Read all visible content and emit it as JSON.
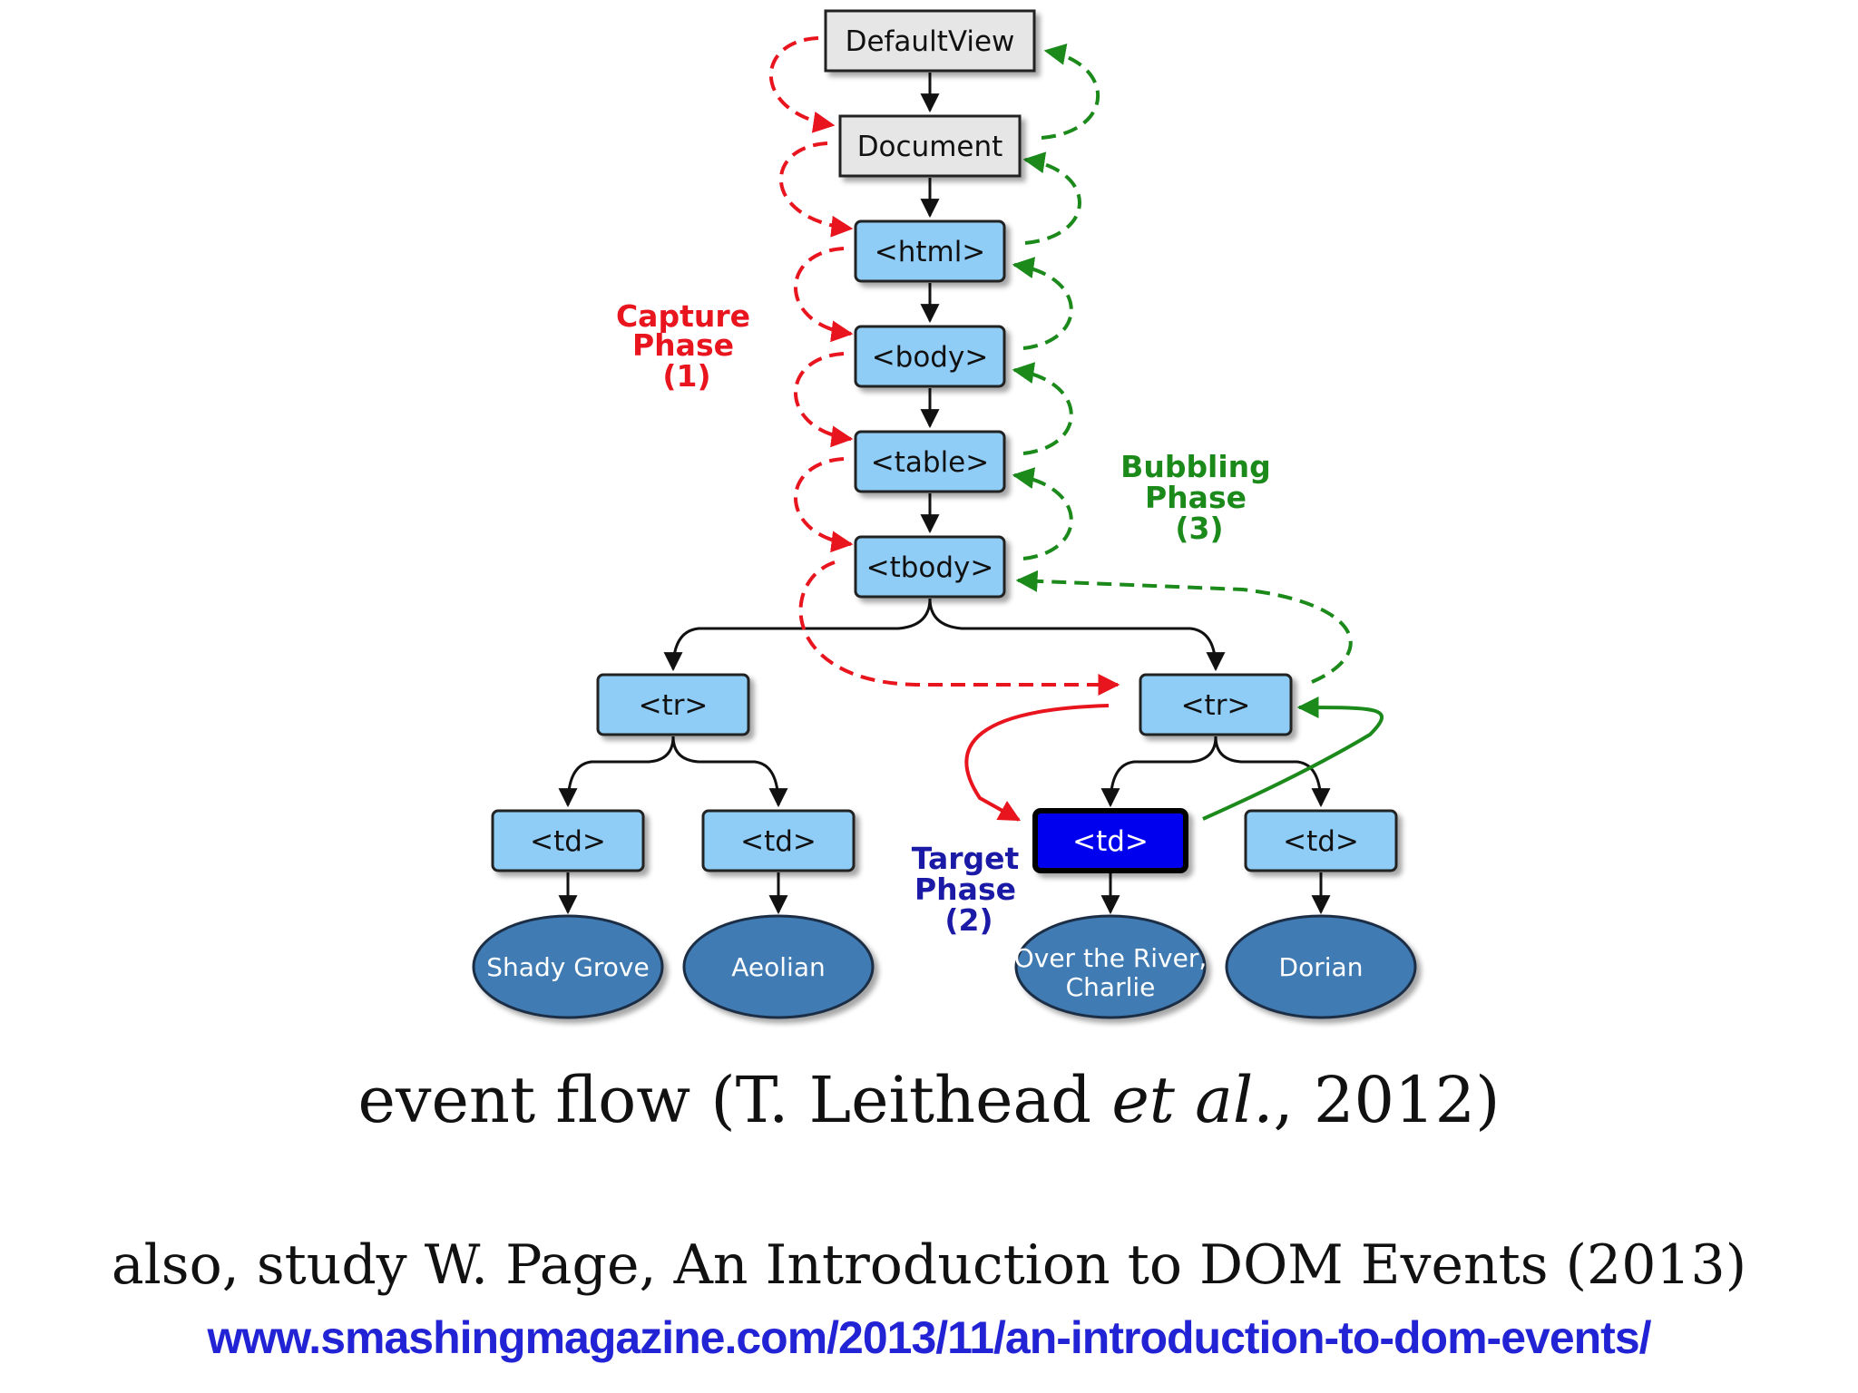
{
  "diagram": {
    "nodes": {
      "defaultview": "DefaultView",
      "document": "Document",
      "html": "<html>",
      "body": "<body>",
      "table": "<table>",
      "tbody": "<tbody>",
      "tr_left": "<tr>",
      "tr_right": "<tr>",
      "td_1": "<td>",
      "td_2": "<td>",
      "td_target": "<td>",
      "td_4": "<td>"
    },
    "leaves": {
      "leaf_1": "Shady Grove",
      "leaf_2": "Aeolian",
      "leaf_3_line1": "Over the River,",
      "leaf_3_line2": "Charlie",
      "leaf_4": "Dorian"
    },
    "phases": {
      "capture": {
        "line1": "Capture",
        "line2": "Phase",
        "line3": "(1)",
        "color": "#e8141e"
      },
      "bubbling": {
        "line1": "Bubbling",
        "line2": "Phase",
        "line3": "(3)",
        "color": "#1b8a1b"
      },
      "target": {
        "line1": "Target",
        "line2": "Phase",
        "line3": "(2)",
        "color": "#1a1aa6"
      }
    },
    "colors": {
      "node_fill": "#8fcdf7",
      "node_gray": "#e6e6e6",
      "target_fill": "#0000ee",
      "leaf_fill": "#3f7bb3"
    }
  },
  "caption": {
    "part1": "event flow (T. Leithead ",
    "italic": "et al.",
    "part2": ", 2012)"
  },
  "reference": {
    "text": "also, study W. Page, An Introduction to DOM Events (2013)",
    "link": "www.smashingmagazine.com/2013/11/an-introduction-to-dom-events/"
  }
}
